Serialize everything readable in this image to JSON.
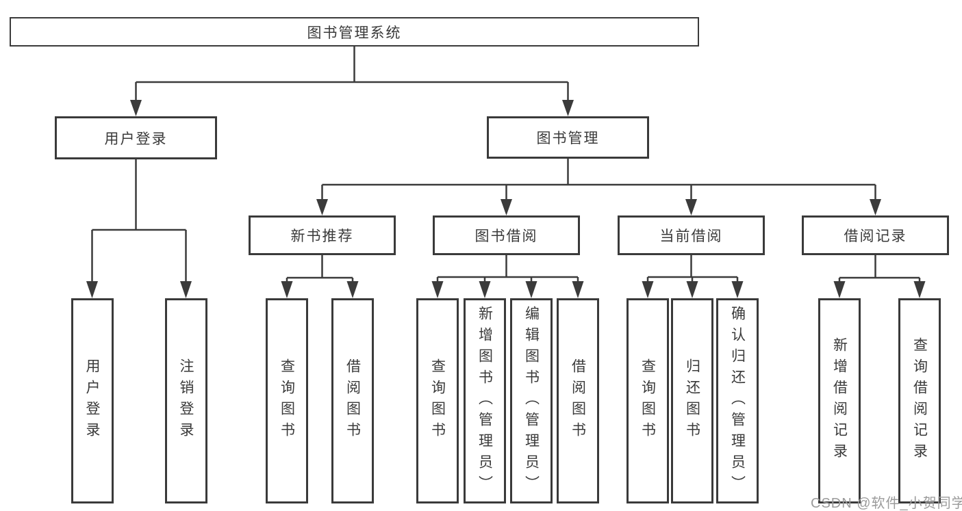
{
  "diagram": {
    "root": {
      "label": "图书管理系统"
    },
    "branches": [
      {
        "label": "用户登录",
        "children": [
          {
            "label": "用户登录"
          },
          {
            "label": "注销登录"
          }
        ]
      },
      {
        "label": "图书管理",
        "children": [
          {
            "label": "新书推荐",
            "children": [
              {
                "label": "查询图书"
              },
              {
                "label": "借阅图书"
              }
            ]
          },
          {
            "label": "图书借阅",
            "children": [
              {
                "label": "查询图书"
              },
              {
                "label": "新增图书（管理员）"
              },
              {
                "label": "编辑图书（管理员）"
              },
              {
                "label": "借阅图书"
              }
            ]
          },
          {
            "label": "当前借阅",
            "children": [
              {
                "label": "查询图书"
              },
              {
                "label": "归还图书"
              },
              {
                "label": "确认归还（管理员）"
              }
            ]
          },
          {
            "label": "借阅记录",
            "children": [
              {
                "label": "新增借阅记录"
              },
              {
                "label": "查询借阅记录"
              }
            ]
          }
        ]
      }
    ],
    "watermark": "CSDN @软件_小贺同学",
    "colors": {
      "line": "#3b3b3b",
      "box_border": "#3a3a3a",
      "box_bg": "#ffffff",
      "text": "#3a3a3a",
      "watermark": "#9b9b9b"
    }
  }
}
